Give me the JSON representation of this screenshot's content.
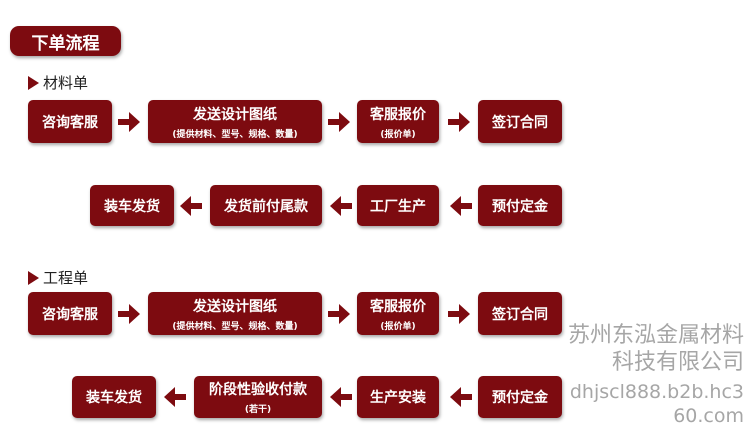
{
  "title": "下单流程",
  "sections": [
    {
      "label": "材料单",
      "row1": [
        {
          "label": "咨询客服"
        },
        {
          "label": "发送设计图纸",
          "sub": "(提供材料、型号、规格、数量)"
        },
        {
          "label": "客服报价",
          "sub": "(报价单)"
        },
        {
          "label": "签订合同"
        }
      ],
      "row2": [
        {
          "label": "装车发货"
        },
        {
          "label": "发货前付尾款"
        },
        {
          "label": "工厂生产"
        },
        {
          "label": "预付定金"
        }
      ]
    },
    {
      "label": "工程单",
      "row1": [
        {
          "label": "咨询客服"
        },
        {
          "label": "发送设计图纸",
          "sub": "(提供材料、型号、规格、数量)"
        },
        {
          "label": "客服报价",
          "sub": "(报价单)"
        },
        {
          "label": "签订合同"
        }
      ],
      "row2": [
        {
          "label": "装车发货"
        },
        {
          "label": "阶段性验收付款",
          "sub": "(若干)"
        },
        {
          "label": "生产安装"
        },
        {
          "label": "预付定金"
        }
      ]
    }
  ],
  "watermark": {
    "company": "苏州东泓金属材料科技有限公司",
    "url": "dhjscl888.b2b.hc360.com"
  },
  "colors": {
    "accent": "#7d0b10"
  }
}
